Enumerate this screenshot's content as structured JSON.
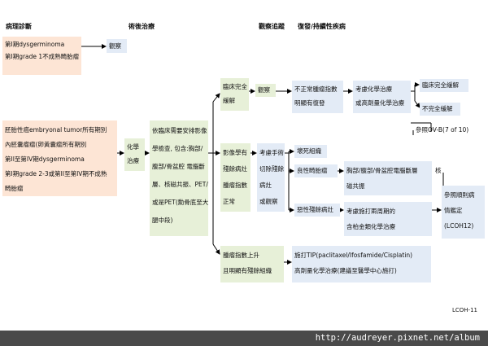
{
  "headers": [
    "病理診斷",
    "術後治療",
    "觀察追蹤",
    "復發/持續性疾病"
  ],
  "box_stage1_dysger": [
    "第I期dysgerminoma",
    "第I期grade 1不成熟畸胎瘤"
  ],
  "box_observe_top": "觀察",
  "box_pathology": [
    "胚胎性癌embryonal tumor所有期別",
    "內胚囊瘤瘤(卵黃囊瘤所有期別",
    "第II至第IV期dysgerminoma",
    "第I期grade 2-3或第II至第IV期不成熟",
    "畸胎瘤"
  ],
  "box_chemo": [
    "化學",
    "治療"
  ],
  "box_imaging": [
    "依臨床需要安排影像",
    "學檢查, 包含:胸部/",
    "腹部/骨盆腔 電腦斷",
    "層、核磁共振、PET/CT",
    "或是PET(勳骨底至大",
    "腿中段)"
  ],
  "box_clinical_remission": [
    "臨床完全",
    "緩解"
  ],
  "box_observe_mid": "觀察",
  "box_abnormal_marker": [
    "不正常腫瘤指數",
    "明顯有復發"
  ],
  "box_consider_chemo": [
    "考慮化學治療",
    "或高劑量化學治療"
  ],
  "box_clinical_full_remission": "臨床完全緩解",
  "box_incomplete_remission": "不完全緩解",
  "ref_ovb": "參照OV-B(7 of 10)",
  "box_imaging_residual": [
    "影像學有",
    "殘餘病灶",
    "腫瘤指數",
    "正常"
  ],
  "box_consider_surgery": [
    "考慮手術",
    "切除殘餘",
    "病灶",
    "或觀察"
  ],
  "box_necrotic": "壞死組織",
  "box_benign_teratoma": "良性畸胎瘤",
  "box_malignant_residual": "惡性殘餘病灶",
  "box_ct_scan": [
    "胸部/腹部/骨盆腔電腦斷層",
    "磁共振"
  ],
  "box_nuclear": "核",
  "box_consider_cycles": [
    "考慮施打兩周期的",
    "含柏金類化學治療"
  ],
  "box_refer_case": [
    "參照順則病",
    "情鑑定",
    "(LCOH12)"
  ],
  "box_marker_rising": [
    "腫瘤指數上升",
    "且明顯有殘餘組織"
  ],
  "box_tip_regimen": [
    "施打TIP(paclitaxel/Ifosfamide/Cisplatin)",
    "高劑量化學治療(建議至醫學中心施打)"
  ],
  "page_code": "LCOH-11",
  "footer_url": "http://audreyer.pixnet.net/album"
}
